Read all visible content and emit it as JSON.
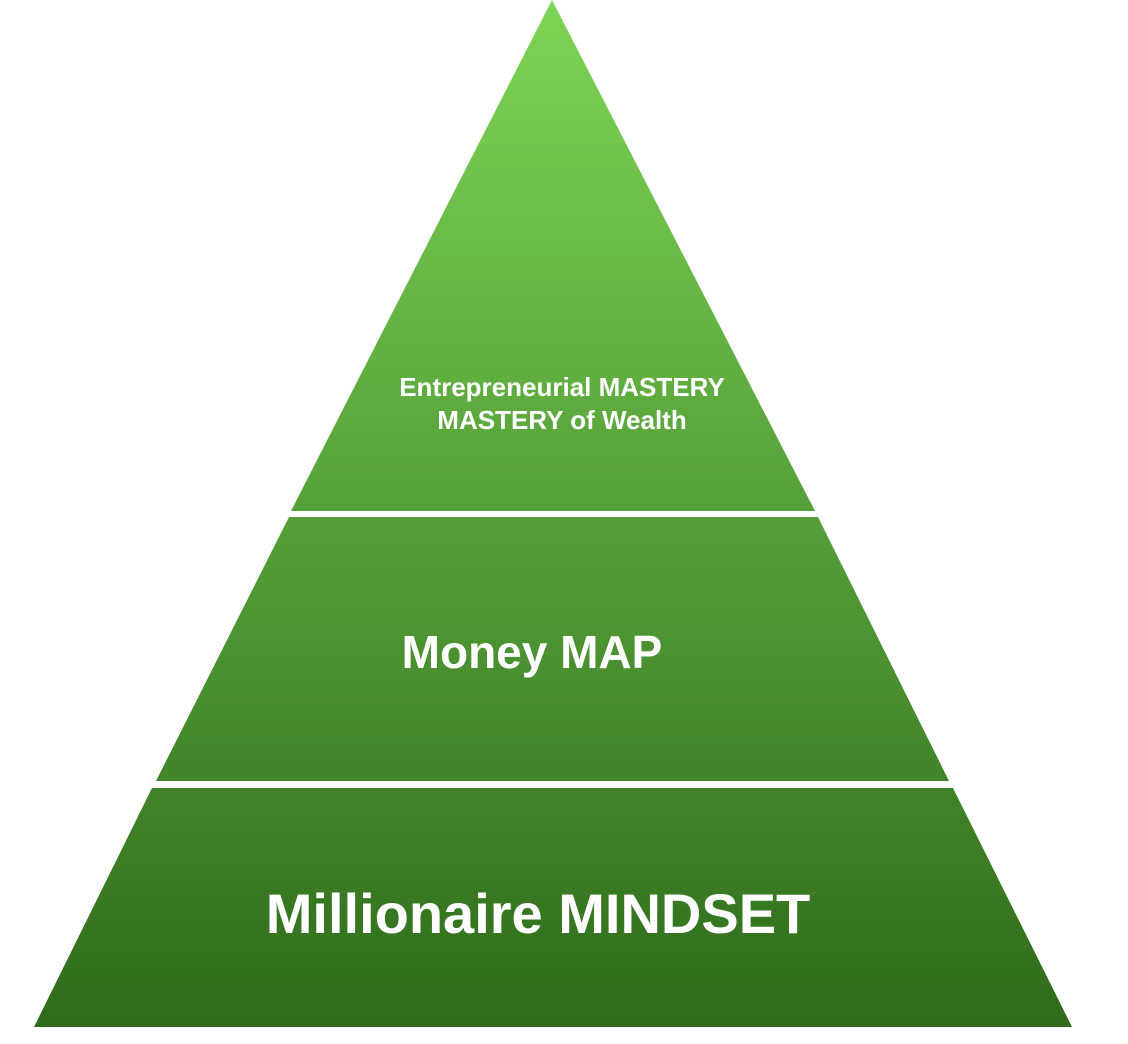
{
  "pyramid": {
    "colors": {
      "gradient_top": "#7ed456",
      "gradient_bottom": "#2e6b1b",
      "separator": "#ffffff"
    },
    "tiers": {
      "top": {
        "line1": "Entrepreneurial MASTERY",
        "line2": "MASTERY of Wealth"
      },
      "middle": {
        "label": "Money MAP"
      },
      "bottom": {
        "label": "Millionaire MINDSET"
      }
    }
  }
}
